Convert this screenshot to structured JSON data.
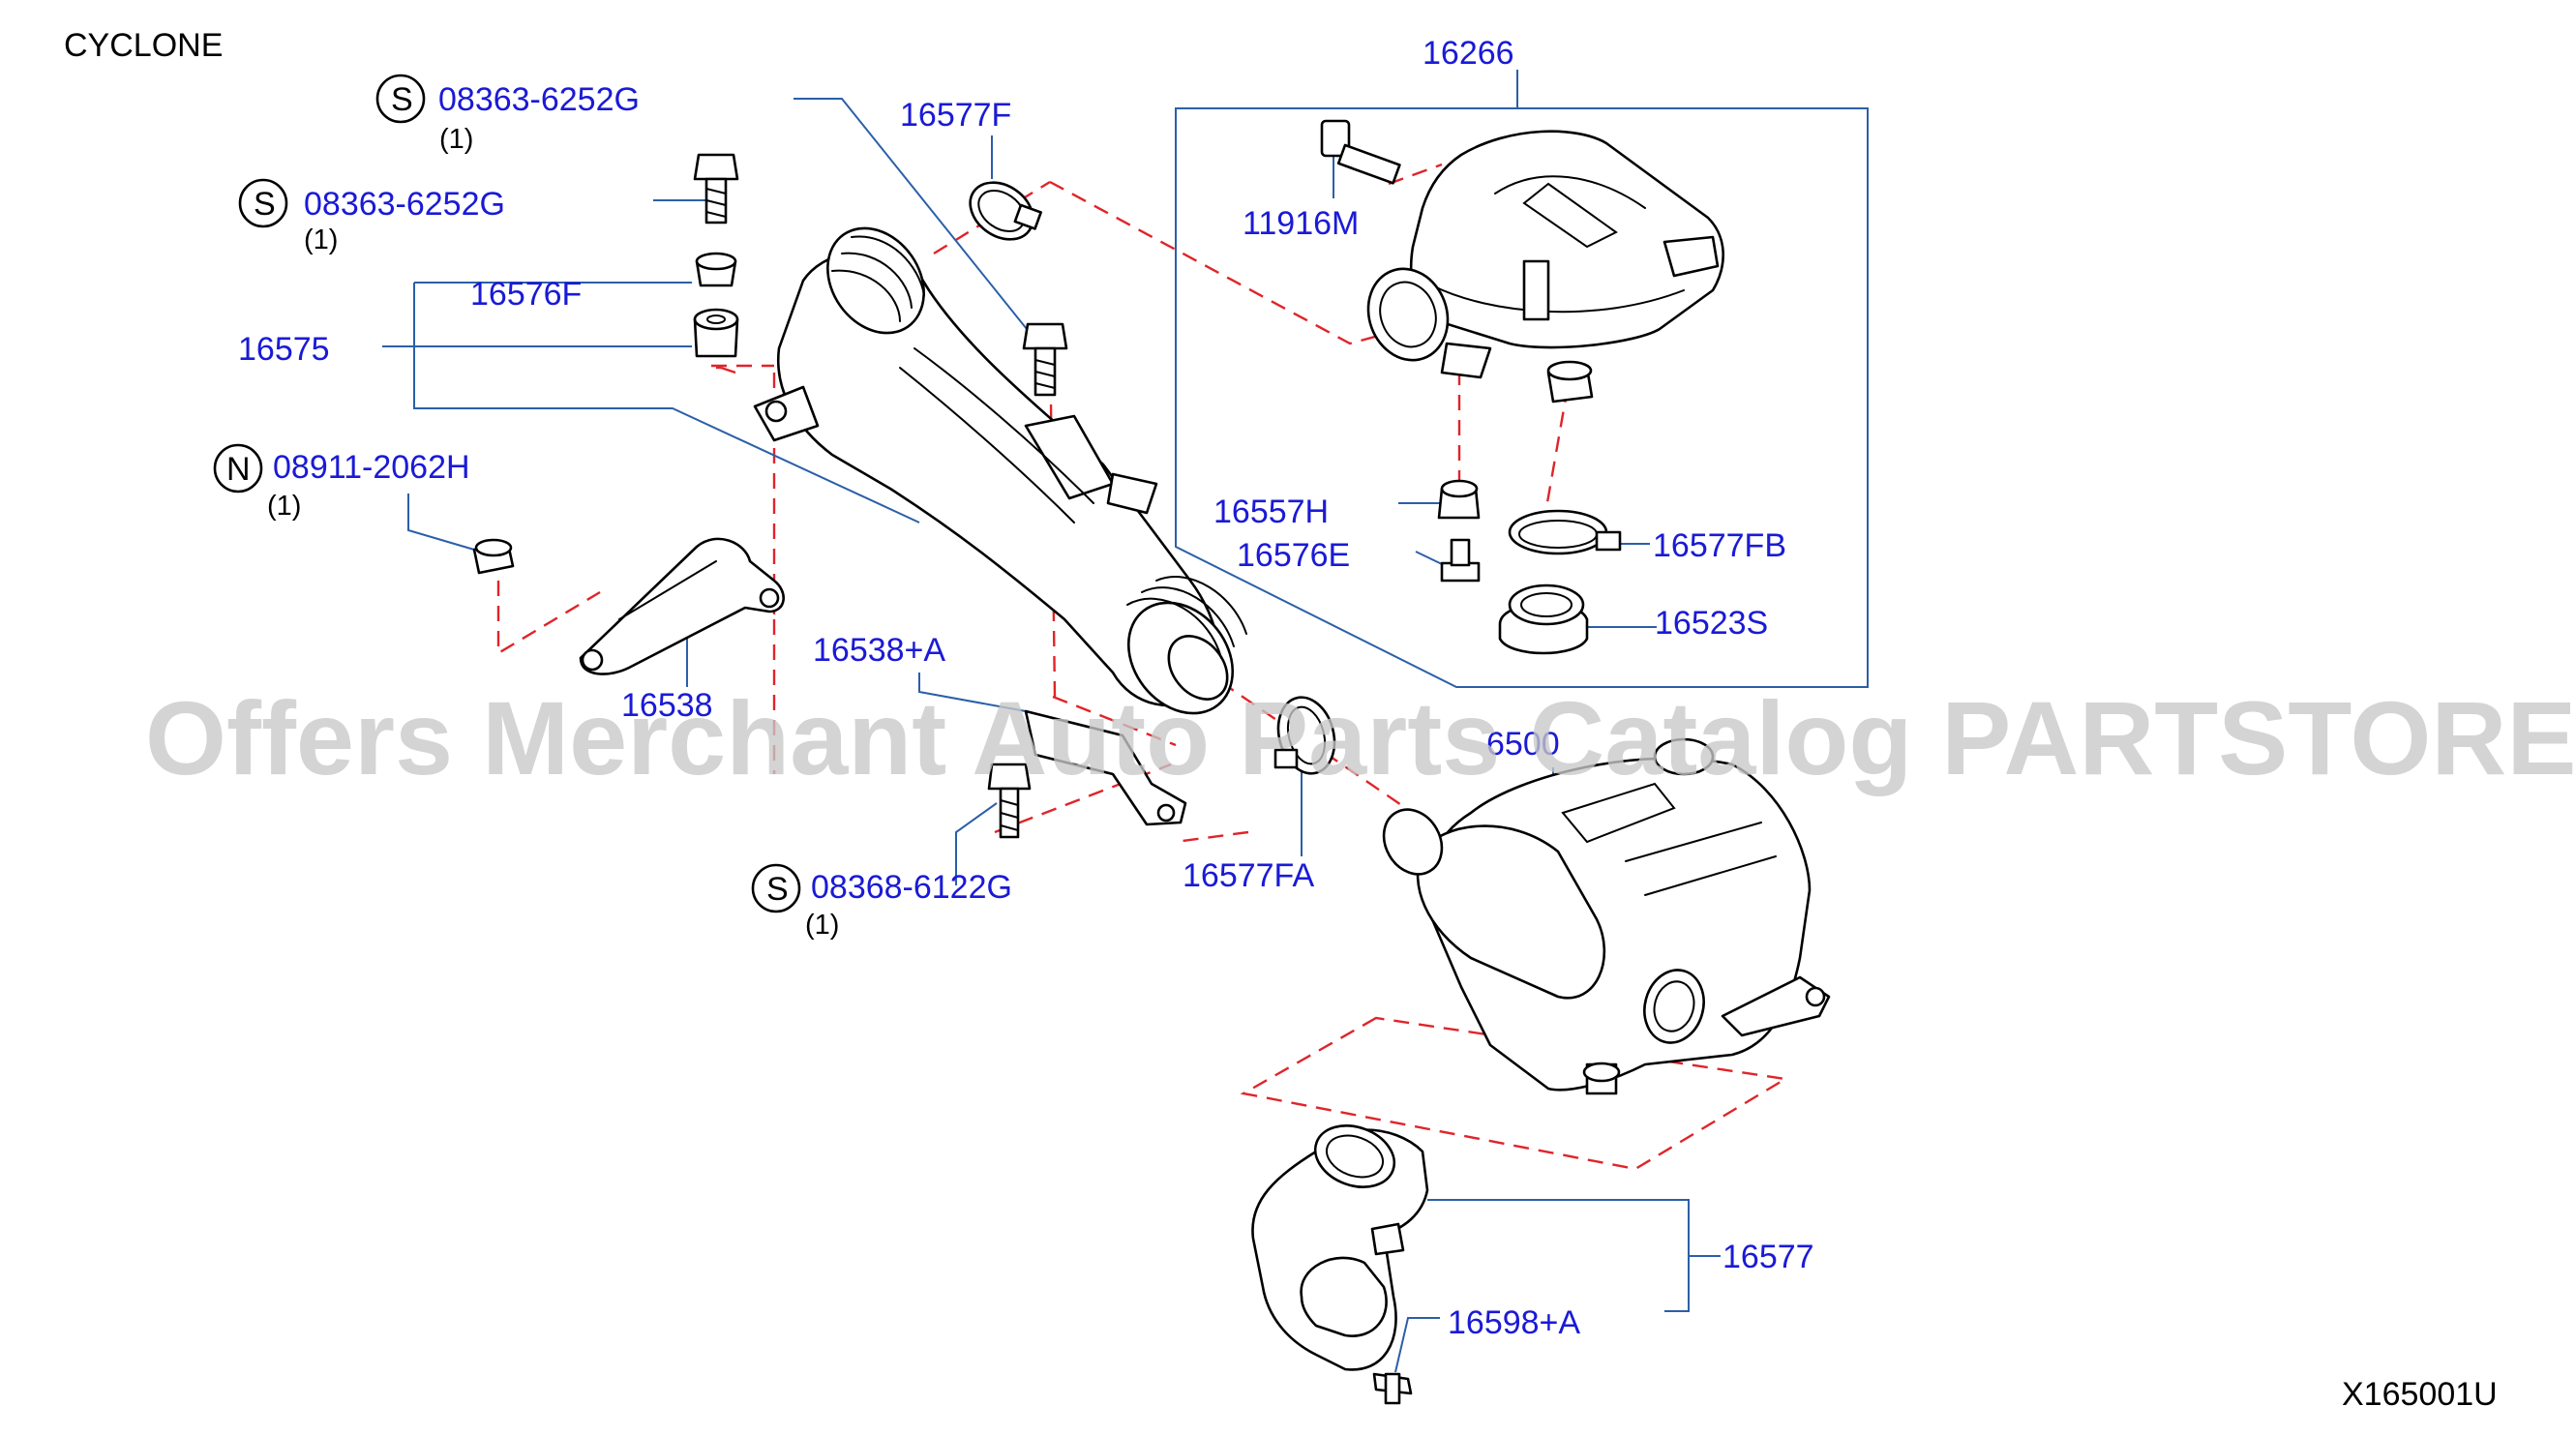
{
  "header": {
    "title": "CYCLONE"
  },
  "footer": {
    "diagram_code": "X165001U"
  },
  "watermark": "Offers Merchant Auto Parts Catalog PARTSTORE.SA",
  "colors": {
    "label": "#1a1ad6",
    "leader": "#2b5fa8",
    "dashed": "#e0242a",
    "watermark": "#c8c8c8"
  },
  "callouts": {
    "bolt_a": {
      "symbol": "S",
      "part_no": "08363-6252G",
      "qty": "(1)"
    },
    "bolt_b": {
      "symbol": "S",
      "part_no": "08363-6252G",
      "qty": "(1)"
    },
    "nut": {
      "symbol": "N",
      "part_no": "08911-2062H",
      "qty": "(1)"
    },
    "bolt_c": {
      "symbol": "S",
      "part_no": "08368-6122G",
      "qty": "(1)"
    }
  },
  "labels": {
    "p16266": "16266",
    "p16577F": "16577F",
    "p11916M": "11916M",
    "p16576F": "16576F",
    "p16575": "16575",
    "p16557H": "16557H",
    "p16576E": "16576E",
    "p16577FB": "16577FB",
    "p16523S": "16523S",
    "p16538A": "16538+A",
    "p16538": "16538",
    "p16500": "6500",
    "p16577FA": "16577FA",
    "p16577": "16577",
    "p16598A": "16598+A"
  }
}
